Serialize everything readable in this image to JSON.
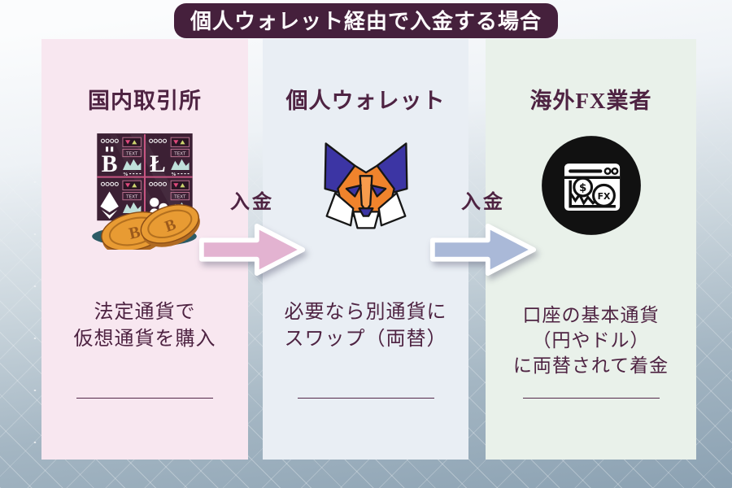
{
  "title": "個人ウォレット経由で入金する場合",
  "arrows": {
    "first_label": "入金",
    "second_label": "入金"
  },
  "columns": {
    "exchange": {
      "heading": "国内取引所",
      "line1": "法定通貨で",
      "line2": "仮想通貨を購入",
      "icon": "crypto-exchange-board-with-coins"
    },
    "wallet": {
      "heading": "個人ウォレット",
      "line1": "必要なら別通貨に",
      "line2": "スワップ（両替）",
      "icon": "metamask-fox-logo"
    },
    "broker": {
      "heading": "海外FX業者",
      "line1": "口座の基本通貨",
      "line2": "（円やドル）",
      "line3": "に両替されて着金",
      "icon": "fx-trading-browser-badge"
    }
  },
  "glyphs": {
    "board_text": "TEXT",
    "percent": "%",
    "bitcoin": "B",
    "litecoin": "Ł",
    "dollar": "$",
    "fx": "FX"
  },
  "colors": {
    "title_bar_bg": "#45203c",
    "text": "#4e2342",
    "panel_pink": "#f8e7f0",
    "panel_blue": "#e9eef4",
    "panel_green": "#e9f1ea",
    "arrow_pink": "#e3b3d1",
    "arrow_blue": "#aab9d8",
    "background_top": "#fafcfd",
    "background_bottom": "#8ba1b2",
    "board_bg": "#3c2034",
    "board_divider": "#c65581",
    "chart_teal": "#bfe0da",
    "coin_gold": "#e89b33",
    "coin_shadow_teal": "#2c5b66",
    "fox_orange": "#f0832c",
    "fox_navy": "#3c35a4",
    "fx_icon_bg": "#111111"
  }
}
